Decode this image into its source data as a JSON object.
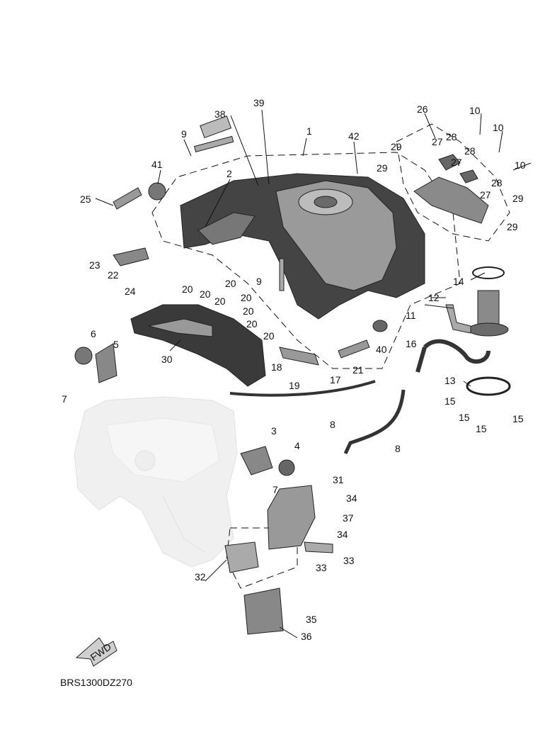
{
  "diagram": {
    "code": "BRS1300DZ270",
    "fwd_label": "FWD",
    "callouts": [
      "1",
      "2",
      "3",
      "4",
      "5",
      "6",
      "7",
      "7",
      "8",
      "8",
      "9",
      "9",
      "10",
      "10",
      "10",
      "11",
      "12",
      "13",
      "14",
      "15",
      "15",
      "15",
      "15",
      "16",
      "17",
      "18",
      "19",
      "20",
      "20",
      "20",
      "20",
      "20",
      "20",
      "20",
      "20",
      "21",
      "22",
      "23",
      "24",
      "25",
      "26",
      "27",
      "27",
      "27",
      "28",
      "28",
      "28",
      "29",
      "29",
      "29",
      "29",
      "30",
      "31",
      "32",
      "33",
      "33",
      "34",
      "34",
      "35",
      "36",
      "37",
      "38",
      "39",
      "40",
      "41",
      "42"
    ]
  }
}
